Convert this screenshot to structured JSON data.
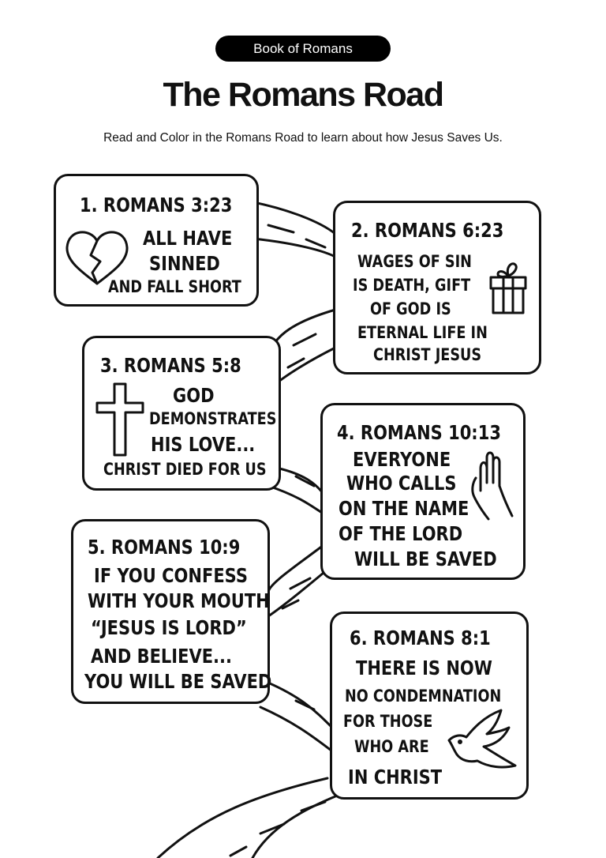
{
  "header": {
    "badge": "Book of Romans",
    "title": "The Romans Road",
    "subtitle": "Read and Color in the Romans Road to learn about how Jesus Saves Us."
  },
  "cards": [
    {
      "heading": "1.  ROMANS 3:23",
      "lines": [
        "ALL HAVE",
        "SINNED",
        "AND FALL SHORT"
      ],
      "icon": "broken-heart-icon"
    },
    {
      "heading": "2.  ROMANS 6:23",
      "lines": [
        "WAGES OF SIN",
        "IS DEATH, GIFT",
        "OF GOD IS",
        "ETERNAL LIFE IN",
        "CHRIST JESUS"
      ],
      "icon": "gift-icon"
    },
    {
      "heading": "3.  ROMANS 5:8",
      "lines": [
        "GOD",
        "DEMONSTRATES",
        "HIS LOVE...",
        "CHRIST DIED FOR US"
      ],
      "icon": "cross-icon"
    },
    {
      "heading": "4.  ROMANS 10:13",
      "lines": [
        "EVERYONE",
        "WHO CALLS",
        "ON THE NAME",
        "OF THE LORD",
        "WILL BE SAVED"
      ],
      "icon": "praying-hands-icon"
    },
    {
      "heading": "5.  ROMANS 10:9",
      "lines": [
        "IF YOU CONFESS",
        "WITH YOUR MOUTH",
        "“JESUS IS LORD”",
        "AND BELIEVE...",
        "YOU WILL BE SAVED"
      ],
      "icon": ""
    },
    {
      "heading": "6.  ROMANS 8:1",
      "lines": [
        "THERE IS NOW",
        "NO CONDEMNATION",
        "FOR THOSE",
        "WHO ARE",
        "IN CHRIST"
      ],
      "icon": "dove-icon"
    }
  ]
}
